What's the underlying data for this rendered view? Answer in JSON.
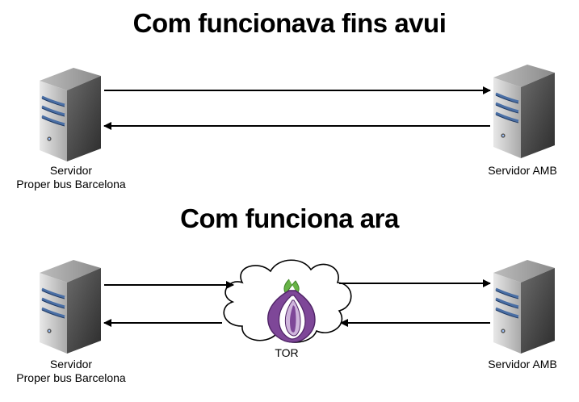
{
  "diagram": {
    "before": {
      "title": "Com funcionava fins avui",
      "left_server": {
        "label_line1": "Servidor",
        "label_line2": "Proper bus Barcelona"
      },
      "right_server": {
        "label": "Servidor AMB"
      }
    },
    "after": {
      "title": "Com funciona ara",
      "left_server": {
        "label_line1": "Servidor",
        "label_line2": "Proper bus Barcelona"
      },
      "middle": {
        "label": "TOR"
      },
      "right_server": {
        "label": "Servidor AMB"
      }
    }
  },
  "icons": {
    "server": "server-icon",
    "tor": "tor-onion-icon",
    "cloud": "cloud-icon"
  },
  "colors": {
    "arrow": "#000000",
    "server_dark": "#3a3a3a",
    "server_light": "#c8c8c8",
    "server_stripe": "#4a6fa5",
    "tor_purple": "#7e4798",
    "tor_green": "#67b346"
  }
}
